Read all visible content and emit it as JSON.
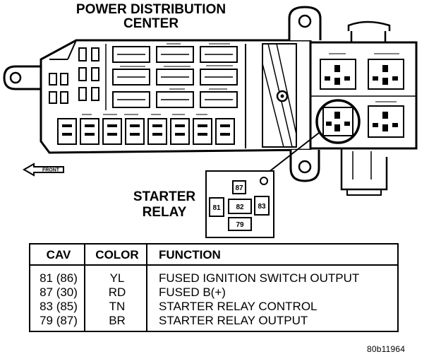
{
  "title": {
    "line1": "POWER DISTRIBUTION",
    "line2": "CENTER"
  },
  "front_label": "FRONT",
  "relay": {
    "title_line1": "STARTER",
    "title_line2": "RELAY",
    "pins": {
      "p87": "87",
      "p81": "81",
      "p82": "82",
      "p83": "83",
      "p79": "79"
    }
  },
  "table": {
    "headers": {
      "cav": "CAV",
      "color": "COLOR",
      "function": "FUNCTION"
    },
    "rows": [
      {
        "cav": "81 (86)",
        "color": "YL",
        "function": "FUSED IGNITION SWITCH OUTPUT"
      },
      {
        "cav": "87 (30)",
        "color": "RD",
        "function": "FUSED B(+)"
      },
      {
        "cav": "83 (85)",
        "color": "TN",
        "function": "STARTER RELAY CONTROL"
      },
      {
        "cav": "79 (87)",
        "color": "BR",
        "function": "STARTER RELAY OUTPUT"
      }
    ]
  },
  "figure_code": "80b11964"
}
